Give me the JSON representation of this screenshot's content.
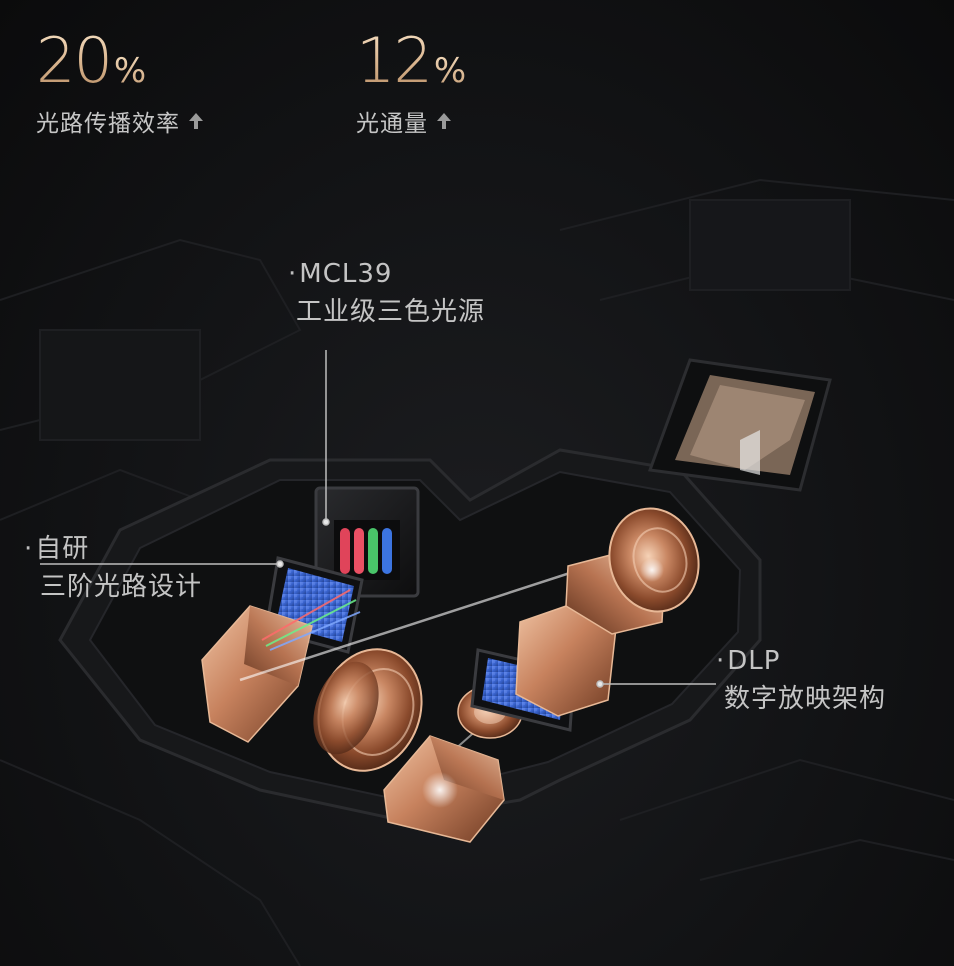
{
  "stats": [
    {
      "value": "20",
      "unit": "%",
      "label": "光路传播效率"
    },
    {
      "value": "12",
      "unit": "%",
      "label": "光通量"
    }
  ],
  "callouts": {
    "light_source": {
      "line1": "MCL39",
      "line2": "工业级三色光源"
    },
    "optical_path": {
      "line1": "自研",
      "line2": "三阶光路设计"
    },
    "dlp": {
      "line1": "DLP",
      "line2": "数字放映架构"
    }
  },
  "colors": {
    "accent_gold": "#d8b38c",
    "copper": "#c88a66",
    "dmd_blue": "#3c6bd8",
    "background": "#111214"
  }
}
